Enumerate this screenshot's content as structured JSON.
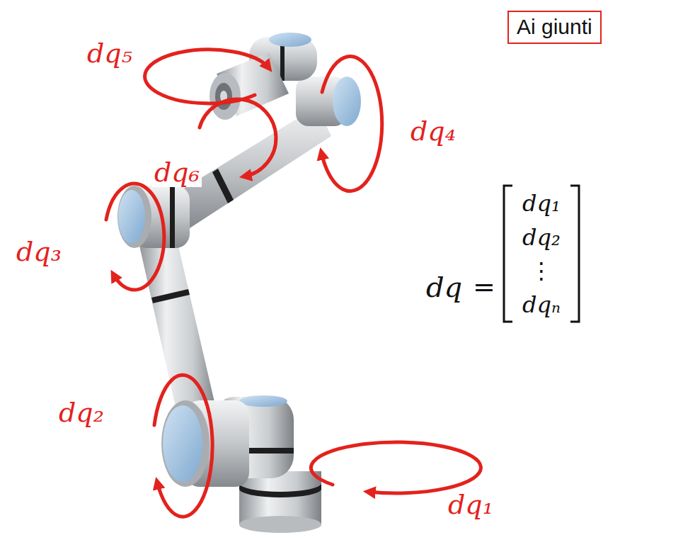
{
  "diagram": {
    "nodes": [
      {
        "text": [
          "Ai giunti"
        ]
      }
    ],
    "labels": [
      "dq₅",
      "dq₄",
      "dq₆",
      "dq₁",
      "dq₂",
      "dq₃",
      "⋮",
      "dq",
      "=",
      "dqₙ",
      "dq₂",
      "dq₁"
    ]
  }
}
